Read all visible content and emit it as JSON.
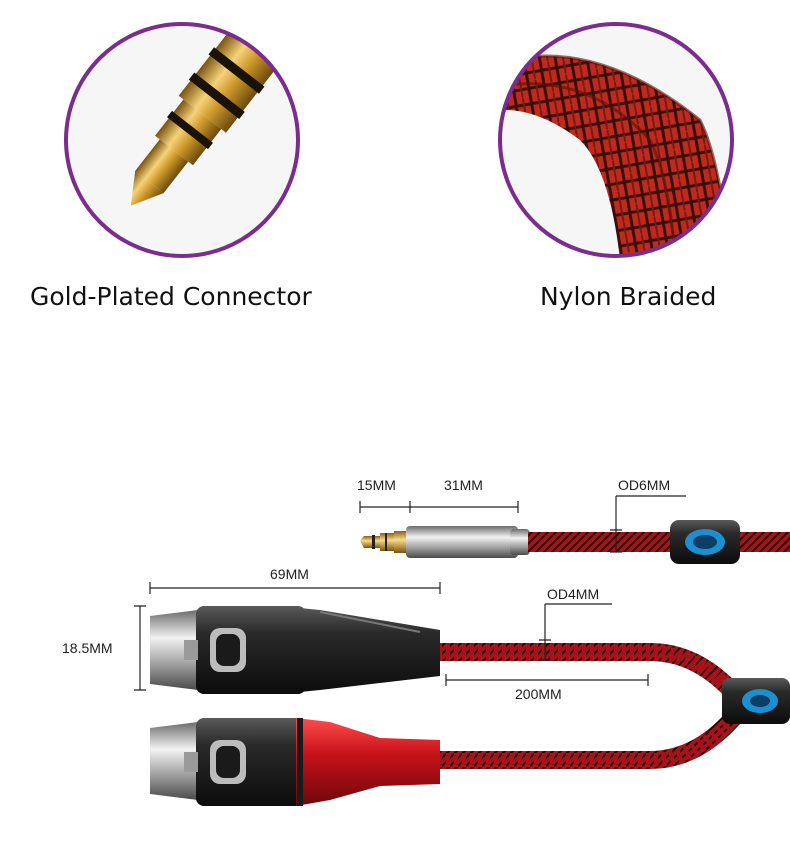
{
  "features": [
    {
      "label": "Gold-Plated Connector",
      "icon": "gold-plug-icon"
    },
    {
      "label": "Nylon Braided",
      "icon": "nylon-braid-icon"
    }
  ],
  "dimensions": {
    "tip": "15MM",
    "plug_body": "31MM",
    "main_cable": "OD6MM",
    "xlr_length": "69MM",
    "xlr_height": "18.5MM",
    "branch_cable": "OD4MM",
    "branch_length": "200MM"
  },
  "colors": {
    "ring": "#7b2d8e",
    "gold": "#d4a53a",
    "braid_red": "#b8161a",
    "braid_dark": "#2a0a0a",
    "xlr_black": "#1d1d1d",
    "xlr_red": "#c8131a",
    "badge_blue": "#1c8fd0"
  }
}
